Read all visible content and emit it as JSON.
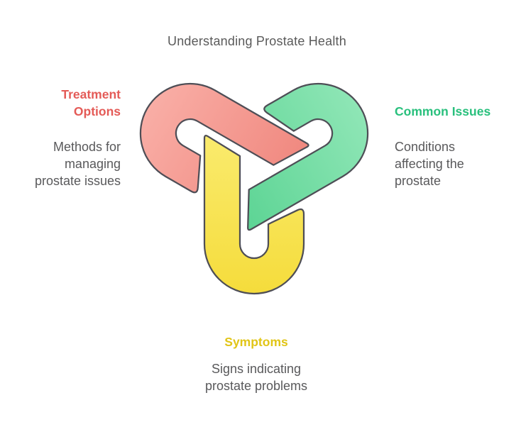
{
  "title": "Understanding Prostate Health",
  "labels": {
    "treatment": {
      "heading": "Treatment\nOptions",
      "body": "Methods for\nmanaging\nprostate issues",
      "heading_color": "#e45b57"
    },
    "common_issues": {
      "heading": "Common Issues",
      "body": "Conditions\naffecting the\nprostate",
      "heading_color": "#29c07d"
    },
    "symptoms": {
      "heading": "Symptoms",
      "body": "Signs indicating\nprostate problems",
      "heading_color": "#e1c517"
    }
  },
  "knot": {
    "stroke_color": "#4e4e56",
    "arms": {
      "treatment": {
        "color_light": "#f9aea6",
        "color_dark": "#f0887f"
      },
      "common_issues": {
        "color_light": "#8fe6b6",
        "color_dark": "#5cd494"
      },
      "symptoms": {
        "color_light": "#faeb6e",
        "color_dark": "#f5dc3b"
      }
    }
  },
  "text_colors": {
    "title": "#5a5a5a",
    "body": "#59595b"
  }
}
